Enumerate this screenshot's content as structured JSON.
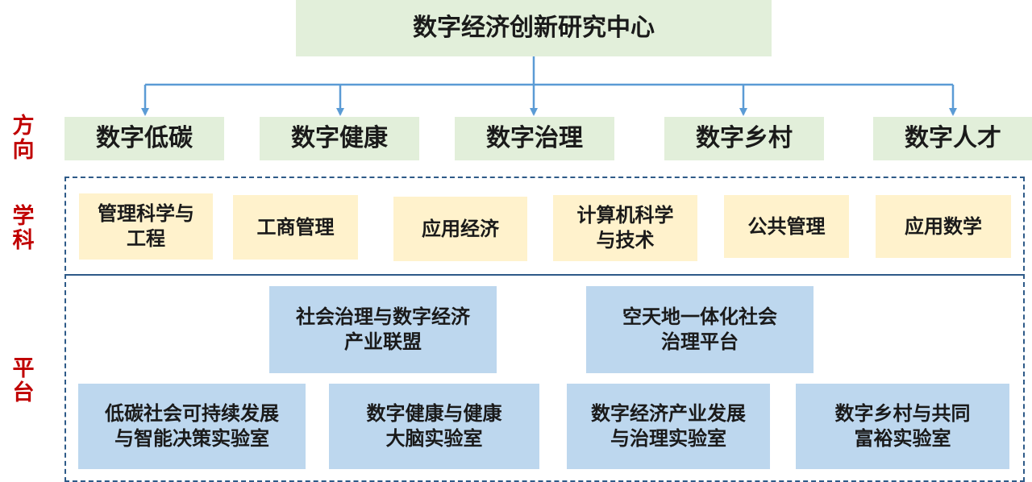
{
  "title": "数字经济创新研究中心",
  "side_labels": {
    "direction": "方\n向",
    "discipline": "学\n科",
    "platform": "平\n台"
  },
  "directions": [
    "数字低碳",
    "数字健康",
    "数字治理",
    "数字乡村",
    "数字人才"
  ],
  "disciplines": [
    "管理科学与\n工程",
    "工商管理",
    "应用经济",
    "计算机科学\n与技术",
    "公共管理",
    "应用数学"
  ],
  "platforms_top": [
    "社会治理与数字经济\n产业联盟",
    "空天地一体化社会\n治理平台"
  ],
  "platforms_bottom": [
    "低碳社会可持续发展\n与智能决策实验室",
    "数字健康与健康\n大脑实验室",
    "数字经济产业发展\n与治理实验室",
    "数字乡村与共同\n富裕实验室"
  ],
  "colors": {
    "title_bg": "#e2efda",
    "direction_bg": "#e2efda",
    "discipline_bg": "#fff2cc",
    "platform_bg": "#bdd7ee",
    "side_label": "#c00000",
    "connector": "#5b9bd5",
    "dashed_border": "#2e5a88"
  }
}
